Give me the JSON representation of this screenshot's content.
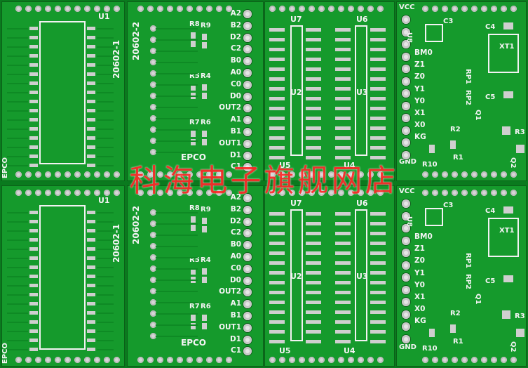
{
  "photo": {
    "subject": "four-up green PCB panels",
    "colors": {
      "board": "#0a7a1e",
      "silkscreen": "#f4f4f4",
      "pads": "#d6d6d6",
      "watermark": "#ff2a2a"
    }
  },
  "watermark_text": "科海电子旗舰网店",
  "left_boards": {
    "chip_label": "U1",
    "part_number": "20602-1",
    "brand": "EPCO"
  },
  "mid_boards": {
    "part_number": "20602-2",
    "brand": "EPCO",
    "components": [
      "R8",
      "R9",
      "R5",
      "R4",
      "R7",
      "R6"
    ],
    "pin_labels": [
      "A2",
      "B2",
      "D2",
      "C2",
      "B0",
      "A0",
      "C0",
      "D0",
      "OUT2",
      "A1",
      "B1",
      "OUT1",
      "D1",
      "C1"
    ]
  },
  "chip_boards": {
    "chips_top": [
      "U7",
      "U6"
    ],
    "chips_mid": [
      "U2",
      "U3"
    ],
    "chips_bottom": [
      "U5",
      "U4"
    ]
  },
  "right_boards": {
    "supply": "VCC",
    "ground": "GND",
    "components": [
      "U8",
      "C3",
      "C4",
      "XT1",
      "RP1",
      "RP2",
      "C5",
      "Q1",
      "R2",
      "R3",
      "R1",
      "R10",
      "Q2"
    ],
    "pin_labels": [
      "BM0",
      "Z1",
      "Z0",
      "Y1",
      "Y0",
      "X1",
      "X0",
      "KG"
    ]
  }
}
